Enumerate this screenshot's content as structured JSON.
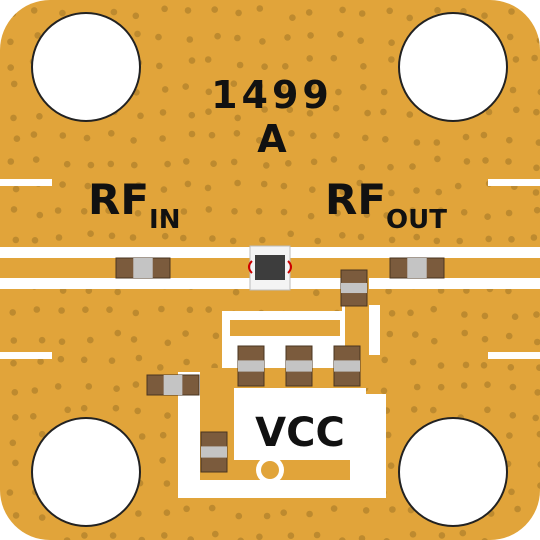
{
  "board": {
    "part_number": "1499",
    "revision": "A",
    "rf_in": {
      "main": "RF",
      "sub": "IN"
    },
    "rf_out": {
      "main": "RF",
      "sub": "OUT"
    },
    "supply_label": "VCC"
  },
  "colors": {
    "copper": "#e1a43a",
    "copper_dot": "#bd8a2f",
    "substrate": "#ffffff",
    "component_body": "#7b5b3d",
    "component_band": "#c4c4c4",
    "ic_body": "#3d3d3d",
    "ic_outline": "#cc0000",
    "silkscreen": "#111111"
  },
  "icons": {
    "mounting_hole": "circle-hole-icon",
    "chip_component": "smd-chip-icon",
    "ic_package": "ic-package-icon"
  }
}
